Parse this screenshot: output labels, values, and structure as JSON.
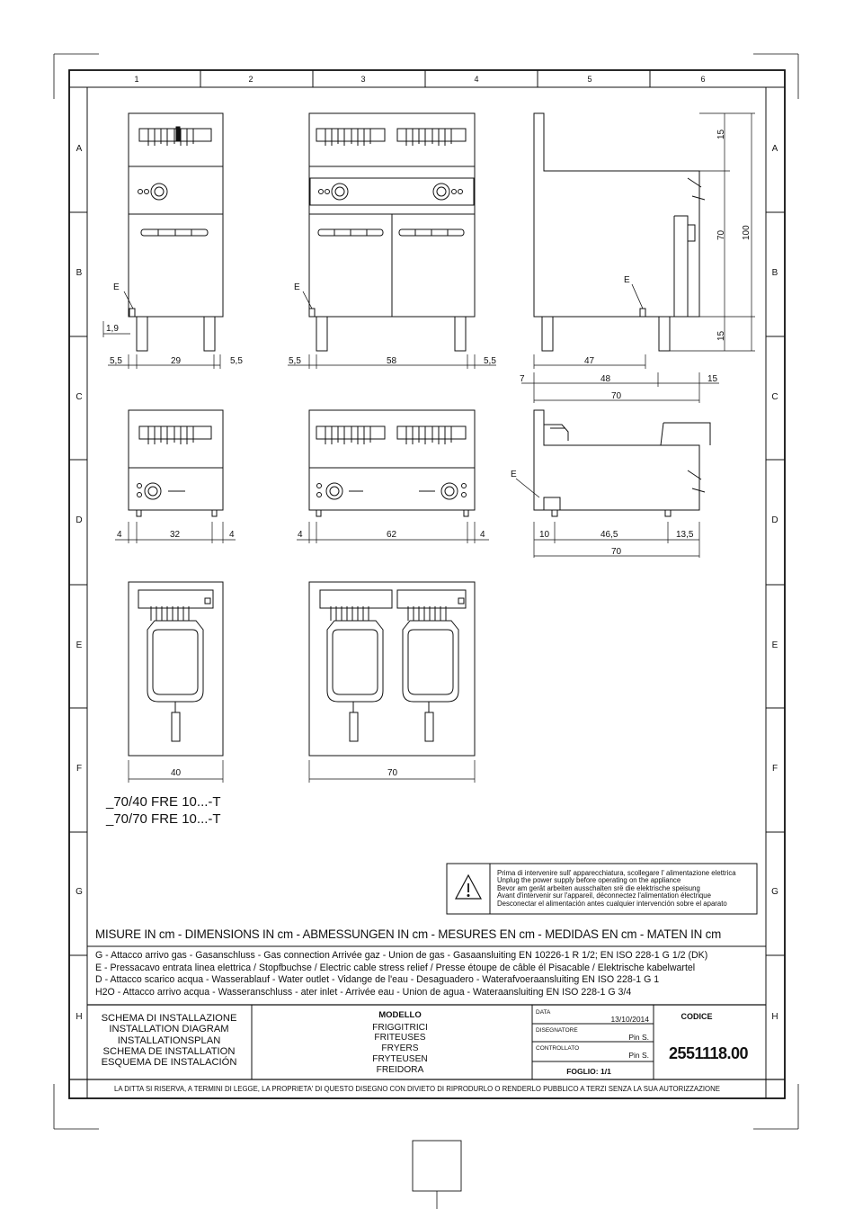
{
  "grid": {
    "columns": [
      "1",
      "2",
      "3",
      "4",
      "5",
      "6"
    ],
    "rows": [
      "A",
      "B",
      "C",
      "D",
      "E",
      "F",
      "G",
      "H"
    ]
  },
  "dimensions": {
    "front_single": [
      "E",
      "1,9",
      "5,5",
      "29",
      "5,5"
    ],
    "front_double": [
      "E",
      "5,5",
      "58",
      "5,5"
    ],
    "side_full": [
      "15",
      "70",
      "100",
      "15",
      "E",
      "47",
      "7",
      "48",
      "15",
      "70"
    ],
    "front_top_single": [
      "4",
      "32",
      "4"
    ],
    "front_top_double": [
      "4",
      "62",
      "4"
    ],
    "side_top": [
      "E",
      "10",
      "46,5",
      "13,5",
      "70"
    ],
    "plan_single": [
      "40"
    ],
    "plan_double": [
      "70"
    ]
  },
  "model_codes": [
    "_70/40 FRE 10...-T",
    "_70/70 FRE 10...-T"
  ],
  "warning": {
    "icon": "warning-triangle-icon",
    "lines": [
      "Prima di intervenire sull' apparecchiatura, scollegare l' alimentazione elettrica",
      "Unplug the power supply before operating on the appliance",
      "Bevor am gerät arbeiten ausschalten srë die elektrische speisung",
      "Avant d'intervenir sur l'appareil, déconnectez l'alimentation électrique",
      "Desconectar el alimentación antes cualquier intervención sobre el aparato"
    ]
  },
  "measures": "MISURE IN cm - DIMENSIONS IN cm - ABMESSUNGEN IN cm - MESURES EN cm - MEDIDAS EN cm - MATEN IN cm",
  "connections": [
    "G - Attacco arrivo gas - Gasanschluss - Gas connection Arrivée gaz - Union de gas - Gasaansluiting EN 10226-1 R 1/2; EN ISO 228-1 G 1/2 (DK)",
    "E - Pressacavo entrata linea elettrica / Stopfbuchse / Electric cable stress relief / Presse étoupe de câble él Pisacable / Elektrische kabelwartel",
    "D - Attacco scarico acqua  - Wasserablauf - Water outlet - Vidange de l'eau - Desaguadero - Waterafvoeraansluiting  EN ISO 228-1 G 1",
    "H2O - Attacco arrivo acqua - Wasseranschluss - ater inlet - Arrivée eau - Union de agua - Wateraansluiting  EN ISO 228-1 G 3/4"
  ],
  "title_block": {
    "title_lines": [
      "SCHEMA DI INSTALLAZIONE",
      "INSTALLATION DIAGRAM",
      "INSTALLATIONSPLAN",
      "SCHEMA DE INSTALLATION",
      "ESQUEMA DE INSTALACIÓN"
    ],
    "model_header": "MODELLO",
    "model_lines": [
      "FRIGGITRICI",
      "FRITEUSES",
      "FRYERS",
      "FRYTEUSEN",
      "FREIDORA"
    ],
    "data_label": "DATA",
    "data_value": "13/10/2014",
    "designer_label": "DISEGNATORE",
    "designer_value": "Pin S.",
    "controller_label": "CONTROLLATO",
    "controller_value": "Pin S.",
    "sheet": "FOGLIO: 1/1",
    "code_label": "CODICE",
    "code_value": "2551118.00"
  },
  "disclaimer": "LA DITTA SI RISERVA, A TERMINI DI LEGGE, LA PROPRIETA' DI QUESTO DISEGNO CON DIVIETO DI RIPRODURLO O RENDERLO PUBBLICO A TERZI SENZA LA SUA AUTORIZZAZIONE"
}
